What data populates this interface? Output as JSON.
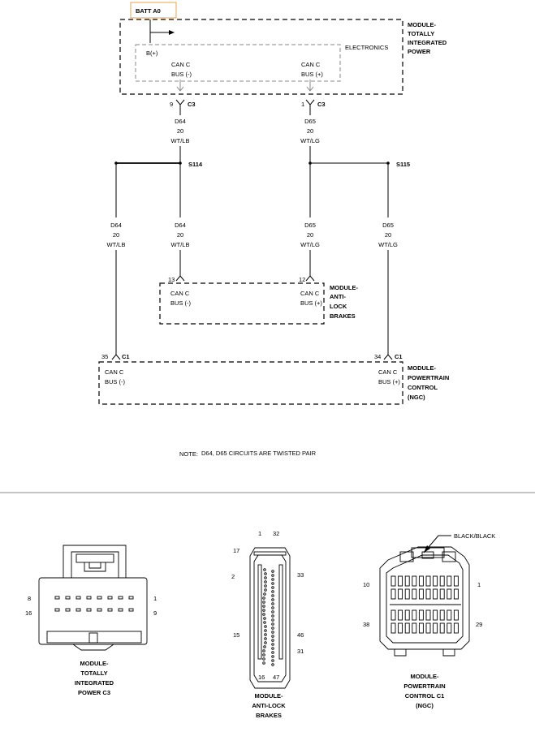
{
  "batt_label": "BATT A0",
  "tip_module": {
    "name": [
      "MODULE-",
      "TOTALLY",
      "INTEGRATED",
      "POWER"
    ],
    "b_plus": "B(+)",
    "electronics": "ELECTRONICS",
    "can_minus": [
      "CAN C",
      "BUS (-)"
    ],
    "can_plus": [
      "CAN C",
      "BUS (+)"
    ]
  },
  "tip_pins": {
    "left_pin": "9",
    "left_conn": "C3",
    "right_pin": "1",
    "right_conn": "C3"
  },
  "wires": {
    "d64_top": [
      "D64",
      "20",
      "WT/LB"
    ],
    "d65_top": [
      "D65",
      "20",
      "WT/LG"
    ],
    "d64_left": [
      "D64",
      "20",
      "WT/LB"
    ],
    "d64_mid": [
      "D64",
      "20",
      "WT/LB"
    ],
    "d65_mid": [
      "D65",
      "20",
      "WT/LG"
    ],
    "d65_right": [
      "D65",
      "20",
      "WT/LG"
    ]
  },
  "splices": {
    "s114": "S114",
    "s115": "S115"
  },
  "abs_module": {
    "name": [
      "MODULE-",
      "ANTI-",
      "LOCK",
      "BRAKES"
    ],
    "pin_minus": "13",
    "pin_plus": "12",
    "can_minus": [
      "CAN C",
      "BUS (-)"
    ],
    "can_plus": [
      "CAN C",
      "BUS (+)"
    ]
  },
  "pcm_module": {
    "name": [
      "MODULE-",
      "POWERTRAIN",
      "CONTROL",
      "(NGC)"
    ],
    "pin_minus": "35",
    "conn_minus": "C1",
    "pin_plus": "34",
    "conn_plus": "C1",
    "can_minus": [
      "CAN C",
      "BUS (-)"
    ],
    "can_plus": [
      "CAN C",
      "BUS (+)"
    ]
  },
  "note": {
    "label": "NOTE:",
    "text": "D64, D65   CIRCUITS ARE TWISTED PAIR"
  },
  "connectors": {
    "tip": {
      "pins": {
        "tl": "8",
        "bl": "16",
        "tr": "1",
        "br": "9"
      },
      "caption": [
        "MODULE-",
        "TOTALLY",
        "INTEGRATED",
        "POWER C3"
      ]
    },
    "abs": {
      "pins": {
        "top1": "1",
        "top2": "32",
        "left_top": "17",
        "left_mid": "2",
        "left_bot": "15",
        "right_top": "33",
        "right_mid": "46",
        "right_bot": "31",
        "bot1": "16",
        "bot2": "47"
      },
      "caption": [
        "MODULE-",
        "ANTI-LOCK",
        "BRAKES"
      ]
    },
    "pcm": {
      "pins": {
        "tl": "10",
        "tr": "1",
        "bl": "38",
        "br": "29"
      },
      "color_callout": "BLACK/BLACK",
      "caption": [
        "MODULE-",
        "POWERTRAIN",
        "CONTROL C1",
        "(NGC)"
      ]
    }
  }
}
